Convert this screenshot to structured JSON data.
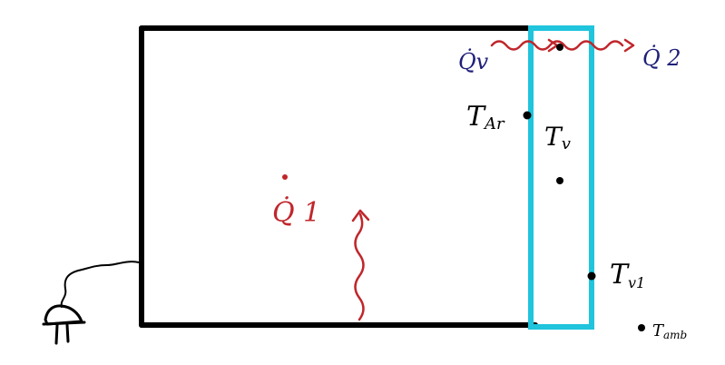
{
  "diagram": {
    "colors": {
      "ink": "#000000",
      "wall": "#20c4dc",
      "heat_red": "#c0262b",
      "heat_blue": "#1f1f7a",
      "background": "#ffffff"
    },
    "labels": {
      "q1": "Q̇ 1",
      "qv": "Q̇v",
      "q2": "Q̇ 2",
      "t_ar": "T",
      "t_ar_sub": "Ar",
      "t_v": "T",
      "t_v_sub": "v",
      "t_v1": "T",
      "t_v1_sub": "v1",
      "t_amb": "T",
      "t_amb_sub": "amb"
    },
    "icons": {
      "plug": "power-plug-icon"
    }
  }
}
